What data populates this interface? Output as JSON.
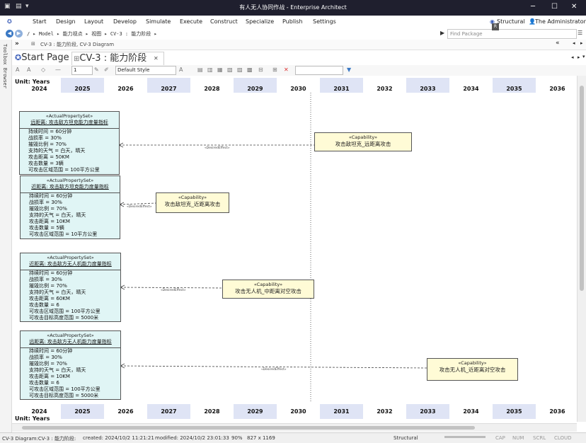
{
  "window": {
    "title": "有人无人协同作战 - Enterprise Architect",
    "minimize": "─",
    "maximize": "☐",
    "close": "✕"
  },
  "menu": [
    "Start",
    "Design",
    "Layout",
    "Develop",
    "Simulate",
    "Execute",
    "Construct",
    "Specialize",
    "Publish",
    "Settings"
  ],
  "menu_right": {
    "perspective": "Structural",
    "user": "The Administrator",
    "badge": "R"
  },
  "nav": {
    "breadcrumb": "/  ▸ Model ▸ 能力视点 ▸ 视图 ▸ CV-3 : 能力阶段 ▸",
    "find_placeholder": "Find Package"
  },
  "toolbox": {
    "label": "Toolbox Browser"
  },
  "path_row": {
    "text": "CV-3 : 能力阶段,  CV-3 Diagram"
  },
  "tabs": [
    {
      "label": "Start Page"
    },
    {
      "label": "CV-3 : 能力阶段"
    }
  ],
  "toolbar": {
    "font_size": "1",
    "style": "Default Style"
  },
  "timeline": {
    "unit_label": "Unit: Years",
    "years": [
      "2024",
      "2025",
      "2026",
      "2027",
      "2028",
      "2029",
      "2030",
      "2031",
      "2032",
      "2033",
      "2034",
      "2035",
      "2036"
    ]
  },
  "property_sets": [
    {
      "stereotype": "«ActualPropertySet»",
      "name": "远距离: 攻击敌方坦克能力度量指标",
      "attributes": [
        "持续时间 = 60分钟",
        "战损率 = 30%",
        "摧毁比例 = 70%",
        "支持的天气 = 白天，晴天",
        "攻击距离 = 50KM",
        "攻击数量 = 3辆",
        "可攻击区域范围 = 100平方公里"
      ]
    },
    {
      "stereotype": "«ActualPropertySet»",
      "name": "近距离: 攻击敌方坦克能力度量指标",
      "attributes": [
        "持续时间 = 60分钟",
        "战损率 = 30%",
        "摧毁比例 = 70%",
        "支持的天气 = 白天，晴天",
        "攻击距离 = 10KM",
        "攻击数量 = 5辆",
        "可攻击区域范围 = 10平方公里"
      ]
    },
    {
      "stereotype": "«ActualPropertySet»",
      "name": "近距离: 攻击敌方无人机能力度量指标",
      "attributes": [
        "持续时间 = 60分钟",
        "战损率 = 30%",
        "摧毁比例 = 70%",
        "支持的天气 = 白天，晴天",
        "攻击距离 = 60KM",
        "攻击数量 = 6",
        "可攻击区域范围 = 100平方公里",
        "可攻击目标高度范围 = 5000米"
      ]
    },
    {
      "stereotype": "«ActualPropertySet»",
      "name": "远距离: 攻击敌方无人机能力度量指标",
      "attributes": [
        "持续时间 = 60分钟",
        "战损率 = 30%",
        "摧毁比例 = 70%",
        "支持的天气 = 白天，晴天",
        "攻击距离 = 10KM",
        "攻击数量 = 6",
        "可攻击区域范围 = 100平方公里",
        "可攻击目标高度范围 = 5000米"
      ]
    }
  ],
  "capabilities": [
    {
      "stereotype": "«Capability»",
      "name": "攻击敌坦克_远距离攻击"
    },
    {
      "stereotype": "«Capability»",
      "name": "攻击敌坦克_近距离攻击"
    },
    {
      "stereotype": "«Capability»",
      "name": "攻击无人机_中距离对空攻击"
    },
    {
      "stereotype": "«Capability»",
      "name": "攻击无人机_近距离对空攻击"
    }
  ],
  "connector_label": "«DesiredEffect»",
  "status": {
    "diagram": "CV-3 Diagram:CV-3 : 能力阶段:",
    "created": "created: 2024/10/2 11:21:21",
    "modified": "modified: 2024/10/2 23:01:33",
    "zoom": "90%",
    "size": "827 x 1169",
    "perspective": "Structural",
    "cap": "CAP",
    "num": "NUM",
    "scrl": "SCRL",
    "cloud": "CLOUD"
  },
  "colors": {
    "titlebar": "#1f1f2e",
    "property_fill": "#e0f5f5",
    "capability_fill": "#fffbd6",
    "year_band_alt": "#dfe4f5"
  }
}
